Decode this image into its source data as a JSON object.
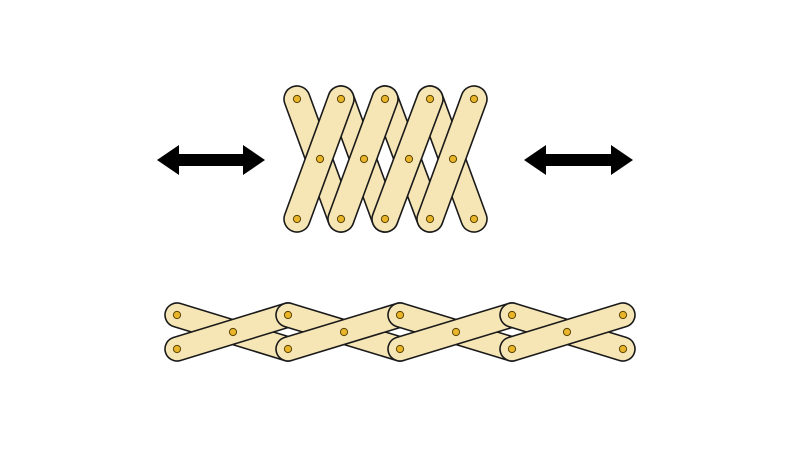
{
  "diagram": {
    "subject": "scissor-mechanism",
    "colors": {
      "bar_fill": "#f6e6b5",
      "bar_stroke": "#1a1a1a",
      "pin_fill": "#e8b52a",
      "pin_stroke": "#5a4200",
      "arrow": "#000000",
      "background": "#ffffff"
    },
    "icons": [
      "double-arrow-icon",
      "double-arrow-icon"
    ],
    "states": [
      {
        "name": "compressed",
        "cells": 4
      },
      {
        "name": "extended",
        "cells": 4
      }
    ]
  }
}
